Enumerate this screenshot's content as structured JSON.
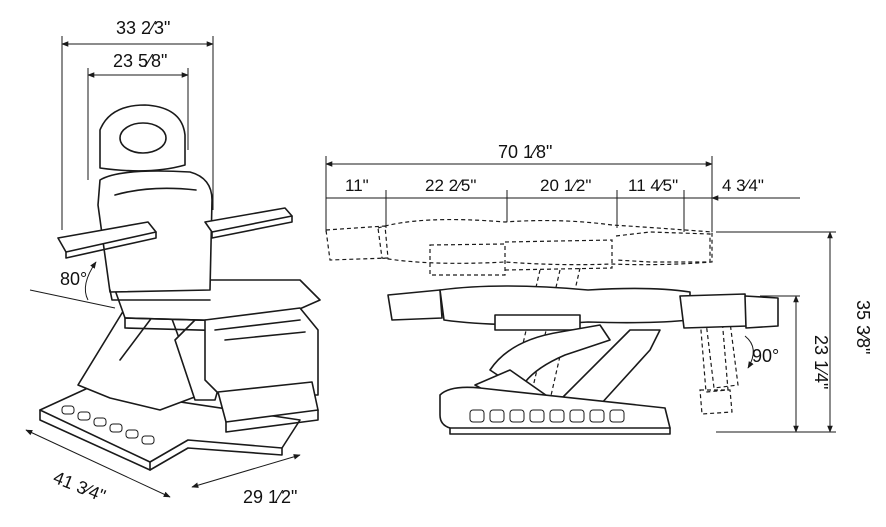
{
  "front_view": {
    "dims": {
      "overall_width": "33 2⁄3\"",
      "back_width": "23 5⁄8\"",
      "length": "41 3⁄4\"",
      "base_width": "29 1⁄2\"",
      "back_angle": "80°"
    }
  },
  "side_view": {
    "dims": {
      "total_length": "70 1⁄8\"",
      "seg_headrest": "11\"",
      "seg_back": "22 2⁄5\"",
      "seg_seat": "20 1⁄2\"",
      "seg_legrest": "11 4⁄5\"",
      "seg_foot": "4 3⁄4\"",
      "max_height": "35 3⁄8\"",
      "min_height": "23 1⁄4\"",
      "leg_angle": "90°"
    }
  }
}
